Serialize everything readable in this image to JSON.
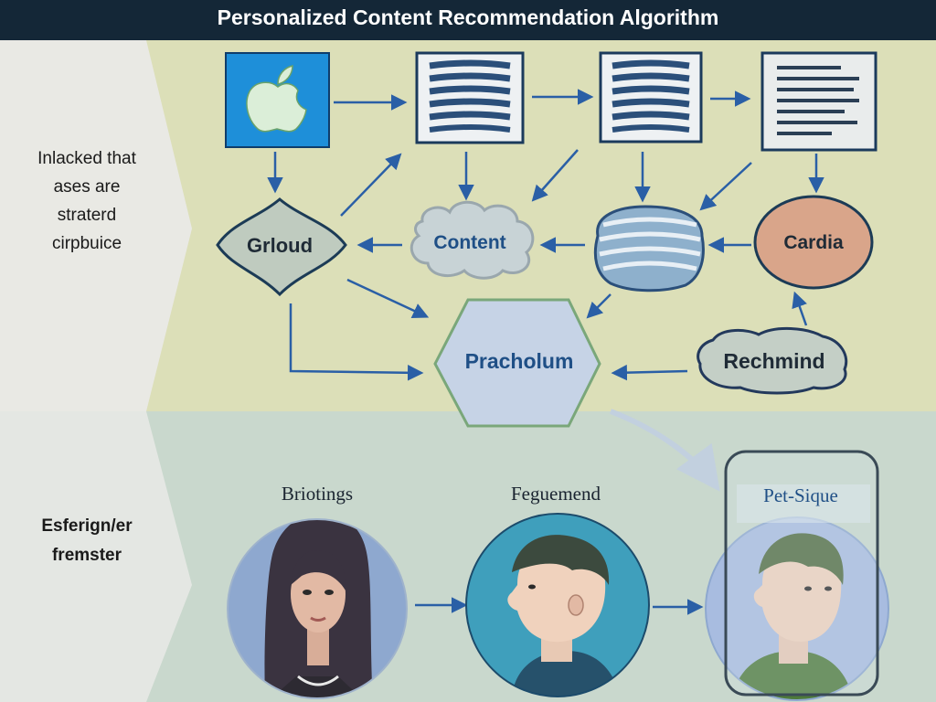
{
  "title": "Personalized Content Recommendation Algorithm",
  "side_notes": {
    "top": [
      "Inlacked that",
      "ases are",
      "straterd",
      "cirpbuice"
    ],
    "bottom": [
      "Esferign/er",
      "fremster"
    ]
  },
  "nodes": {
    "grloud": "Grloud",
    "content": "Content",
    "cardia": "Cardia",
    "pracholum": "Pracholum",
    "rechmind": "Rechmind"
  },
  "people": {
    "first": "Briotings",
    "second": "Feguemend",
    "third": "Pet-Sique"
  },
  "icons": {
    "source": "apple-logo-icon",
    "doc_1": "wavy-document-icon",
    "doc_2": "wavy-document-icon",
    "doc_3": "text-document-icon"
  },
  "colors": {
    "title_bg": "#142737",
    "top_bg": "#dcdfb8",
    "bottom_bg": "#c9d8cd",
    "arrow": "#2a5fa6",
    "cardia_fill": "#d9a58a",
    "pracholum_fill": "#c6d3e6",
    "apple_bg": "#1e8fd9"
  }
}
